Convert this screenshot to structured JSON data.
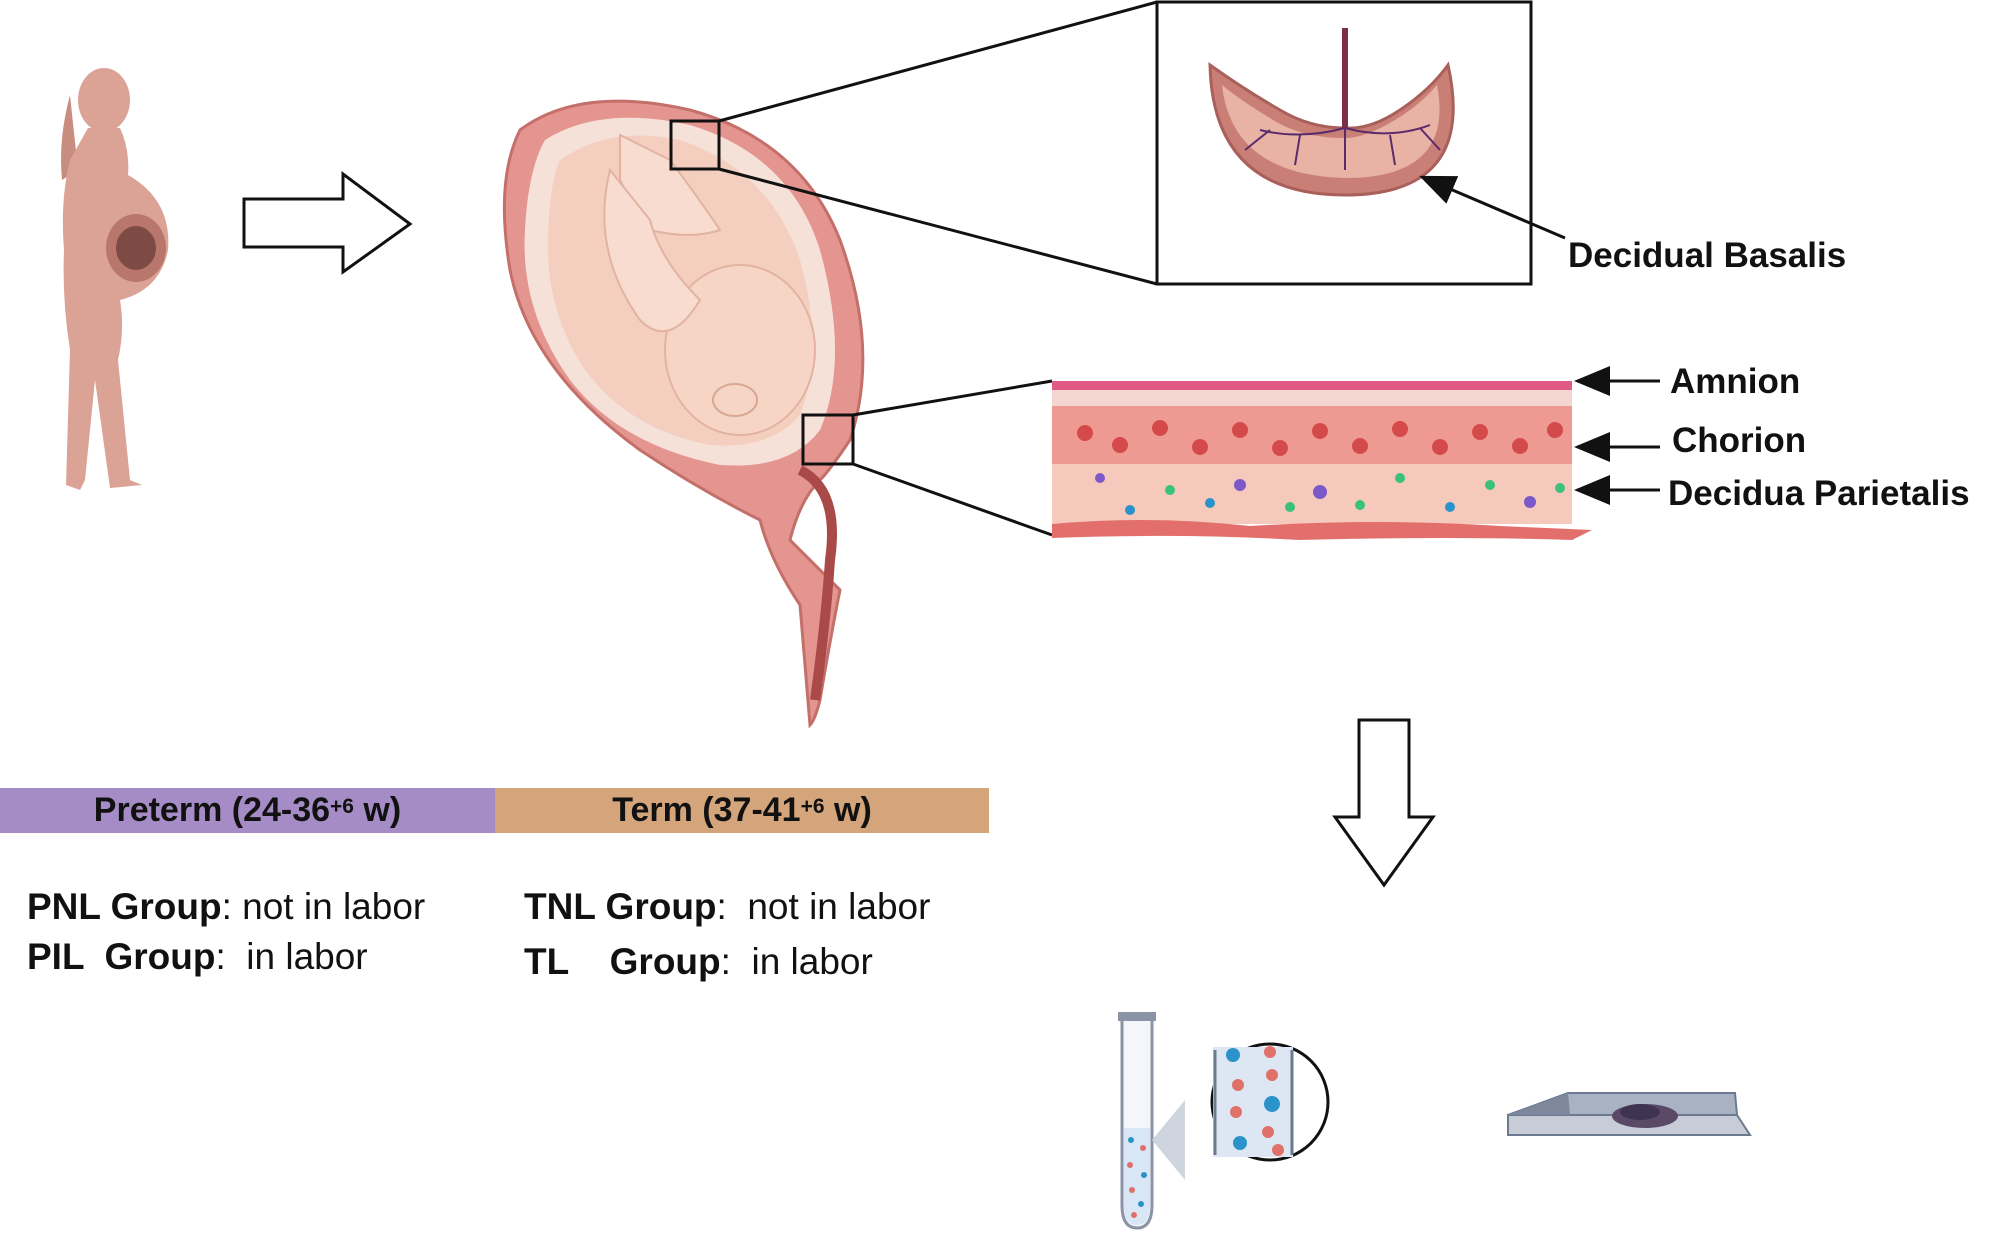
{
  "labels": {
    "decidual_basalis": "Decidual Basalis",
    "amnion": "Amnion",
    "chorion": "Chorion",
    "decidua_parietalis": "Decidua Parietalis"
  },
  "bars": {
    "preterm": {
      "text": "Preterm (24-36",
      "sup": "+6",
      "tail": " w)",
      "color": "#a68cc6"
    },
    "term": {
      "text": "Term (37-41",
      "sup": "+6",
      "tail": " w)",
      "color": "#d4a57b"
    }
  },
  "groups": {
    "pnl": {
      "name": "PNL Group",
      "desc": ": not in labor"
    },
    "pil": {
      "name": "PIL  Group",
      "desc": ":  in labor"
    },
    "tnl": {
      "name": "TNL Group",
      "desc": ":  not in labor"
    },
    "tl": {
      "name": "TL    Group",
      "desc": ":  in labor"
    }
  },
  "colors": {
    "skin": "#d9a092",
    "uterus": "#d88a87",
    "fetus": "#f5d6c8",
    "membrane_red": "#e58a85",
    "cell_blue": "#2a93c9",
    "cell_red": "#e0706a"
  },
  "icons": [
    "pregnant-woman-icon",
    "right-arrow-icon",
    "uterus-fetus-icon",
    "placenta-icon",
    "membrane-layers-icon",
    "down-arrow-icon",
    "test-tube-icon",
    "microscope-slide-icon"
  ]
}
